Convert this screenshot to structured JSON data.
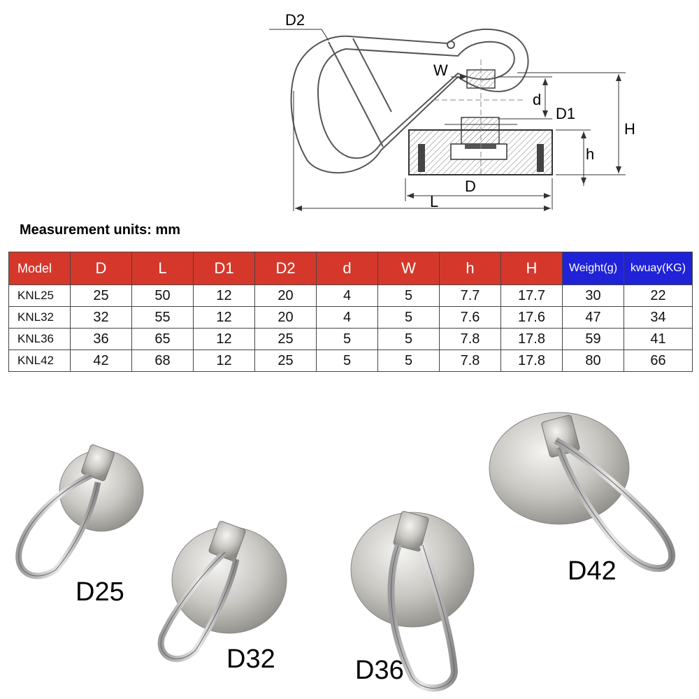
{
  "diagram": {
    "labels": {
      "D2": "D2",
      "W": "W",
      "d": "d",
      "D1": "D1",
      "H": "H",
      "h": "h",
      "D": "D",
      "L": "L"
    }
  },
  "units_text": "Measurement units:  mm",
  "table": {
    "headers": [
      "Model",
      "D",
      "L",
      "D1",
      "D2",
      "d",
      "W",
      "h",
      "H",
      "Weight(g)",
      "kwuay(KG)"
    ],
    "rows": [
      [
        "KNL25",
        "25",
        "50",
        "12",
        "20",
        "4",
        "5",
        "7.7",
        "17.7",
        "30",
        "22"
      ],
      [
        "KNL32",
        "32",
        "55",
        "12",
        "20",
        "4",
        "5",
        "7.6",
        "17.6",
        "47",
        "34"
      ],
      [
        "KNL36",
        "36",
        "65",
        "12",
        "25",
        "5",
        "5",
        "7.8",
        "17.8",
        "59",
        "41"
      ],
      [
        "KNL42",
        "42",
        "68",
        "12",
        "25",
        "5",
        "5",
        "7.8",
        "17.8",
        "80",
        "66"
      ]
    ],
    "header_colors": {
      "red": "#d5382b",
      "blue": "#1f22d6"
    }
  },
  "products": [
    {
      "label": "D25"
    },
    {
      "label": "D32"
    },
    {
      "label": "D36"
    },
    {
      "label": "D42"
    }
  ]
}
